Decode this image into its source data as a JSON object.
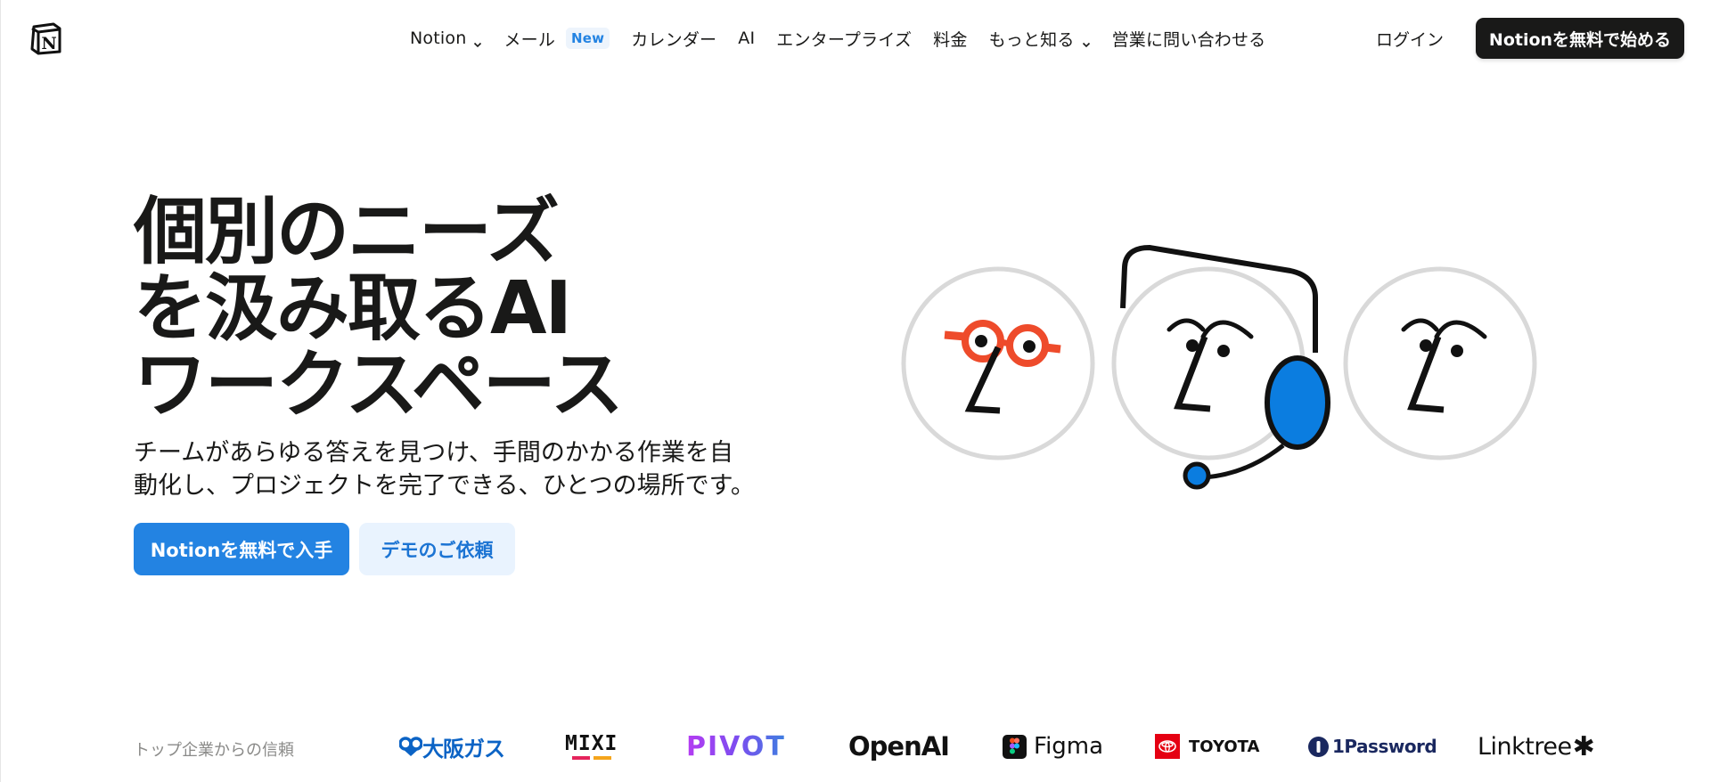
{
  "nav": {
    "logo_alt": "Notion",
    "items": [
      {
        "label": "Notion",
        "has_chevron": true
      },
      {
        "label": "メール",
        "badge": "New"
      },
      {
        "label": "カレンダー"
      },
      {
        "label": "AI"
      },
      {
        "label": "エンタープライズ"
      },
      {
        "label": "料金"
      },
      {
        "label": "もっと知る",
        "has_chevron": true
      },
      {
        "label": "営業に問い合わせる"
      }
    ],
    "login": "ログイン",
    "cta": "Notionを無料で始める"
  },
  "hero": {
    "title_lines": [
      "個別のニーズ",
      "を汲み取るAI",
      "ワークスペース"
    ],
    "subtitle_lines": [
      "チームがあらゆる答えを見つけ、手間のかかる作業を自",
      "動化し、プロジェクトを完了できる、ひとつの場所です。"
    ],
    "primary_button": "Notionを無料で入手",
    "secondary_button": "デモのご依頼"
  },
  "illustration": {
    "faces": [
      "face-with-red-glasses",
      "face-with-headset",
      "plain-face"
    ]
  },
  "trust": {
    "label": "トップ企業からの信頼",
    "logos": [
      "大阪ガス",
      "MIXI",
      "PIVOT",
      "OpenAI",
      "Figma",
      "TOYOTA",
      "1Password",
      "Linktree"
    ]
  },
  "colors": {
    "text": "#191918",
    "accent_blue": "#2383e2",
    "secondary_bg": "#e9f3fe",
    "badge_bg": "#edf4fc",
    "glasses_red": "#ee4b2b",
    "headset_blue": "#0b7de0"
  }
}
